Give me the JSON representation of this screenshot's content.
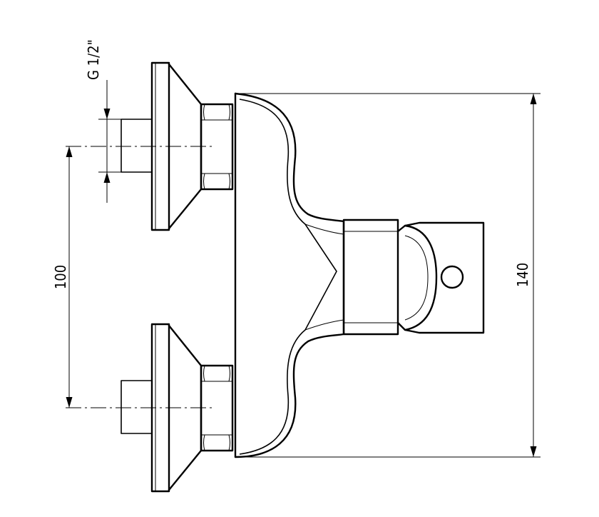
{
  "dimensions": {
    "thread": "G 1/2\"",
    "spacing": "100",
    "length": "140"
  }
}
